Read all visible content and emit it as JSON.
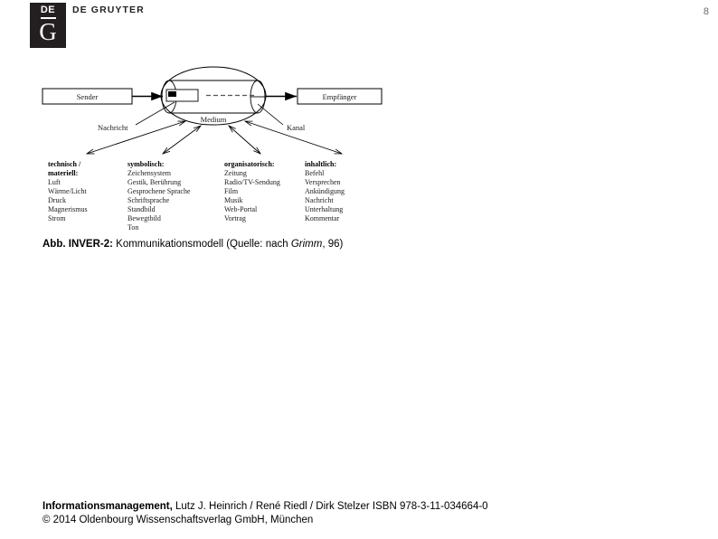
{
  "header": {
    "logo_top": "DE",
    "logo_bottom": "G",
    "brand": "DE GRUYTER",
    "page_number": "8"
  },
  "figure": {
    "sender_label": "Sender",
    "receiver_label": "Empfänger",
    "medium_label": "Medium",
    "message_label": "Nachricht",
    "channel_label": "Kanal",
    "columns": [
      {
        "heading_line1": "technisch /",
        "heading_line2": "materiell:",
        "items": [
          "Luft",
          "Wärme/Licht",
          "Druck",
          "Magnerismus",
          "Strom"
        ]
      },
      {
        "heading_line1": "symbolisch:",
        "heading_line2": "",
        "items": [
          "Zeichensystem",
          "Gestik, Berührung",
          "Gesprochene Sprache",
          "Schriftsprache",
          "Standbild",
          "Bewegtbild",
          "Ton"
        ]
      },
      {
        "heading_line1": "organisatorisch:",
        "heading_line2": "",
        "items": [
          "Zeitung",
          "Radio/TV-Sendung",
          "Film",
          "Musik",
          "Web-Portal",
          "Vortrag"
        ]
      },
      {
        "heading_line1": "inhaltlich:",
        "heading_line2": "",
        "items": [
          "Befehl",
          "Versprechen",
          "Ankündigung",
          "Nachricht",
          "Unterhaltung",
          "Kommentar"
        ]
      }
    ]
  },
  "caption": {
    "label": "Abb. INVER-2:",
    "text_before": " Kommunikationsmodell (Quelle: nach ",
    "source_italic": "Grimm",
    "text_after": ", 96)"
  },
  "footer": {
    "title": "Informationsmanagement,",
    "authors": " Lutz J. Heinrich / René Riedl / Dirk Stelzer ISBN 978-3-11-034664-0",
    "copyright": "© 2014 Oldenbourg Wissenschaftsverlag GmbH, München"
  },
  "colors": {
    "logo_background": "#231f20",
    "text": "#000000",
    "page_number": "#6d6d6d"
  }
}
